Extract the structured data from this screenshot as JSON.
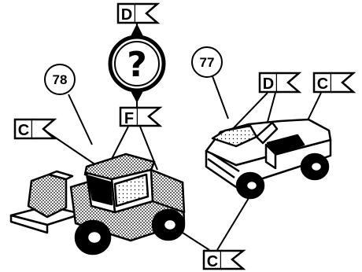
{
  "puzzle": {
    "top_flag": "D",
    "hint_symbol": "?",
    "bottom_flag": "F",
    "vehicles": [
      {
        "id": "forklift",
        "number": "78",
        "flags": [
          "C",
          "F",
          "C"
        ]
      },
      {
        "id": "jeep",
        "number": "77",
        "flags": [
          "D",
          "C",
          "C"
        ]
      }
    ],
    "shared_bottom_flag": "C"
  },
  "colors": {
    "ink": "#000000",
    "paper": "#ffffff"
  }
}
